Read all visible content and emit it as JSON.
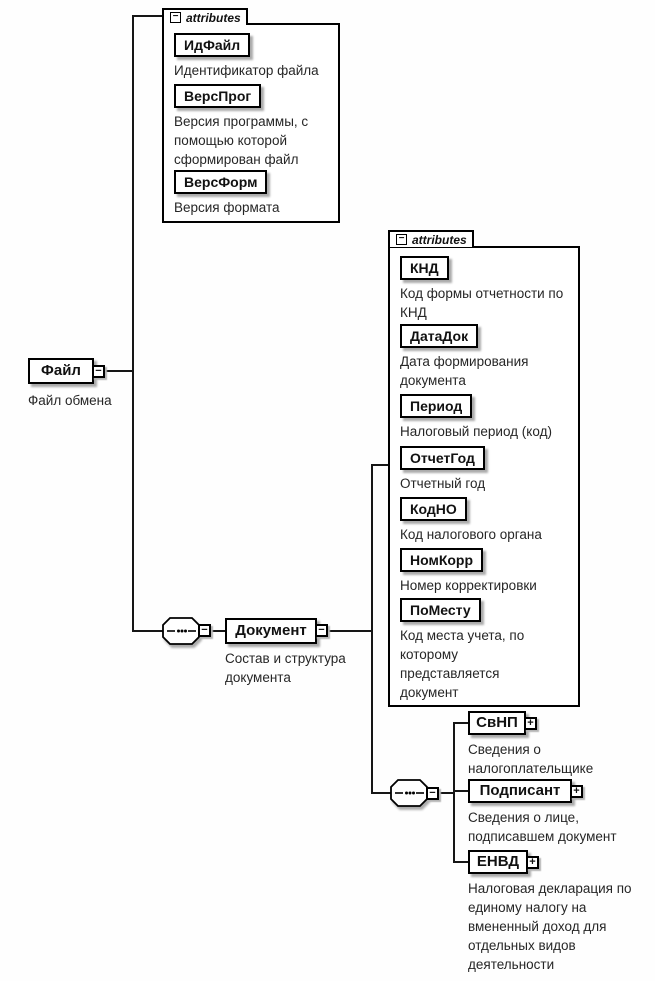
{
  "labels": {
    "attributes": "attributes"
  },
  "icons": {
    "minus": "−",
    "plus": "+",
    "sequence": "sequence-compositor"
  },
  "diagram": {
    "root": {
      "name": "Файл",
      "annotation": "Файл обмена"
    },
    "file_attributes": {
      "header": "attributes",
      "items": [
        {
          "name": "ИдФайл",
          "annotation": "Идентификатор файла"
        },
        {
          "name": "ВерсПрог",
          "annotation": "Версия программы, с помощью которой сформирован файл"
        },
        {
          "name": "ВерсФорм",
          "annotation": "Версия формата"
        }
      ]
    },
    "document": {
      "name": "Документ",
      "annotation": "Состав и структура документа"
    },
    "document_attributes": {
      "header": "attributes",
      "items": [
        {
          "name": "КНД",
          "annotation": "Код формы отчетности по КНД"
        },
        {
          "name": "ДатаДок",
          "annotation": "Дата формирования документа"
        },
        {
          "name": "Период",
          "annotation": "Налоговый период (код)"
        },
        {
          "name": "ОтчетГод",
          "annotation": "Отчетный год"
        },
        {
          "name": "КодНО",
          "annotation": "Код налогового органа"
        },
        {
          "name": "НомКорр",
          "annotation": "Номер корректировки"
        },
        {
          "name": "ПоМесту",
          "annotation": "Код места учета, по которому представляется документ"
        }
      ]
    },
    "document_children": [
      {
        "name": "СвНП",
        "annotation": "Сведения о налогоплательщике"
      },
      {
        "name": "Подписант",
        "annotation": "Сведения о лице, подписавшем документ"
      },
      {
        "name": "ЕНВД",
        "annotation": "Налоговая декларация по единому налогу на вмененный доход для отдельных видов деятельности"
      }
    ]
  }
}
